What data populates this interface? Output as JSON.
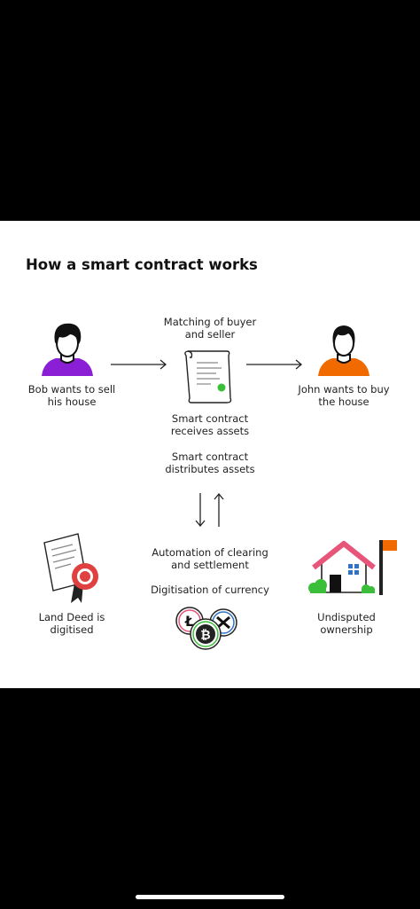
{
  "title": "How a smart contract works",
  "labels": {
    "bob": [
      "Bob wants to sell",
      "his house"
    ],
    "john": [
      "John wants to buy",
      "the house"
    ],
    "matching": [
      "Matching of buyer",
      "and seller"
    ],
    "receives": [
      "Smart contract",
      "receives assets"
    ],
    "distributes": [
      "Smart contract",
      "distributes assets"
    ],
    "automation": [
      "Automation of clearing",
      "and settlement"
    ],
    "digitisation": "Digitisation of currency",
    "deed": [
      "Land Deed is",
      "digitised"
    ],
    "ownership": [
      "Undisputed",
      "ownership"
    ]
  },
  "colors": {
    "bob": "#8a1fd6",
    "john": "#f06a00",
    "green": "#3bbf3b",
    "roof": "#e8557a",
    "flag": "#f06a00",
    "seal": "#e04040",
    "window": "#2f73c8"
  },
  "icons": [
    "person-bob-icon",
    "person-john-icon",
    "contract-scroll-icon",
    "land-deed-icon",
    "house-icon",
    "crypto-coins-icon",
    "arrow-right-icon",
    "arrow-down-icon",
    "arrow-up-icon"
  ]
}
